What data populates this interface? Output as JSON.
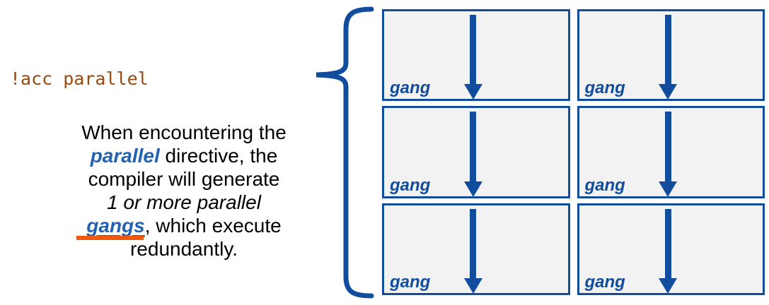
{
  "colors": {
    "diagram_blue": "#114D9C",
    "keyword_blue": "#2262B1",
    "orange_mark": "#F15A0E",
    "code_brown": "#98490F",
    "box_fill": "#F2F2F2",
    "background": "#FFFFFF"
  },
  "code_annotation": "!acc parallel",
  "description": {
    "line1": "When encountering the",
    "line2_keyword": "parallel",
    "line2_rest": " directive, the",
    "line3": "compiler will generate",
    "line4": "1 or more parallel",
    "line5_keyword": "gangs",
    "line5_rest": ", which execute",
    "line6": "redundantly."
  },
  "grid": {
    "rows": 3,
    "columns": 2,
    "cells": [
      {
        "label": "gang"
      },
      {
        "label": "gang"
      },
      {
        "label": "gang"
      },
      {
        "label": "gang"
      },
      {
        "label": "gang"
      },
      {
        "label": "gang"
      }
    ]
  }
}
